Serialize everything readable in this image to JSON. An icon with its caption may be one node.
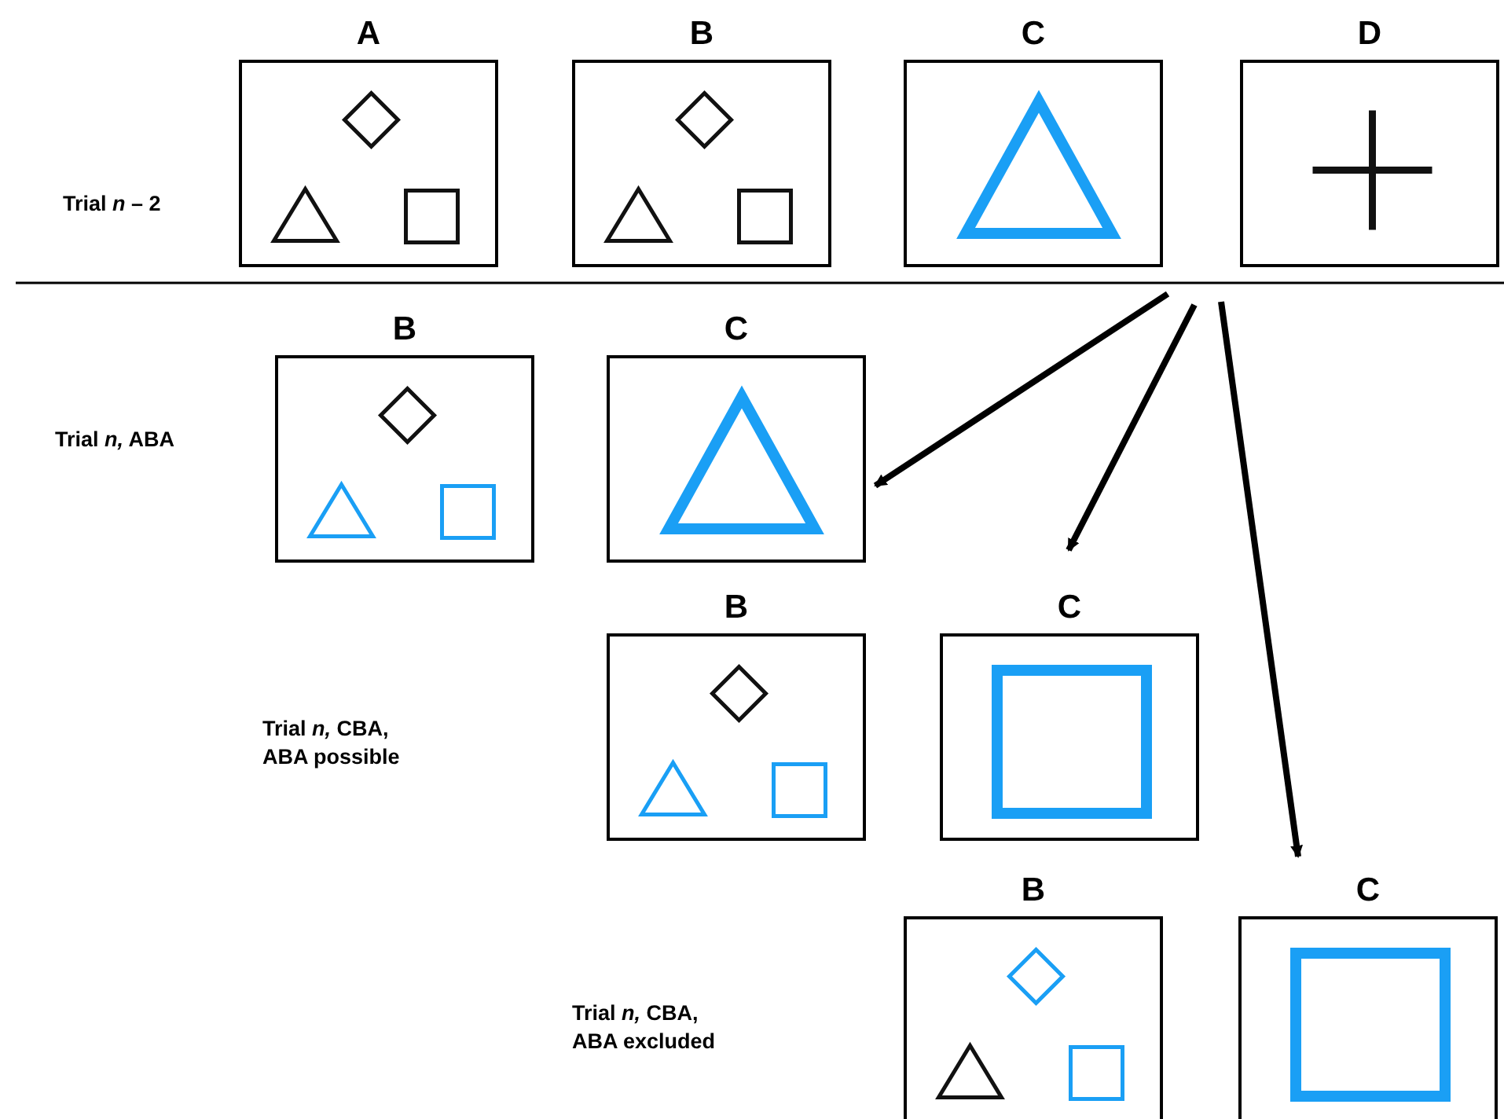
{
  "diagram": {
    "nodes": [
      {
        "text": [
          "A"
        ]
      },
      {
        "text": [],
        "shape": "diamond",
        "in": 0
      },
      {
        "text": [],
        "shape": "triangle",
        "in": 0
      },
      {
        "text": [],
        "shape": "square",
        "in": 0
      },
      {
        "text": [
          "B"
        ]
      },
      {
        "text": [],
        "shape": "diamond",
        "in": 4
      },
      {
        "text": [],
        "shape": "triangle",
        "in": 4
      },
      {
        "text": [],
        "shape": "square",
        "in": 4
      },
      {
        "text": [
          "C"
        ]
      },
      {
        "text": [],
        "shape": "triangle",
        "in": 8
      },
      {
        "text": [
          "D"
        ]
      },
      {
        "text": [],
        "shape": "cross",
        "in": 10
      },
      {
        "text": [
          "B"
        ]
      },
      {
        "text": [],
        "shape": "diamond",
        "in": 12
      },
      {
        "text": [],
        "shape": "triangle",
        "in": 12
      },
      {
        "text": [],
        "shape": "square",
        "in": 12
      },
      {
        "text": [
          "C"
        ]
      },
      {
        "text": [],
        "shape": "triangle",
        "in": 16
      },
      {
        "text": [
          "B"
        ]
      },
      {
        "text": [],
        "shape": "diamond",
        "in": 18
      },
      {
        "text": [],
        "shape": "triangle",
        "in": 18
      },
      {
        "text": [],
        "shape": "square",
        "in": 18
      },
      {
        "text": [
          "C"
        ]
      },
      {
        "text": [],
        "shape": "square",
        "in": 22
      },
      {
        "text": [
          "B"
        ]
      },
      {
        "text": [],
        "shape": "diamond",
        "in": 24
      },
      {
        "text": [],
        "shape": "triangle",
        "in": 24
      },
      {
        "text": [],
        "shape": "square",
        "in": 24
      },
      {
        "text": [
          "C"
        ]
      },
      {
        "text": [],
        "shape": "square",
        "in": 28
      }
    ],
    "edges": [
      {
        "from": null,
        "to": 16,
        "arrow": "to"
      },
      {
        "from": null,
        "to": 22,
        "arrow": "to"
      },
      {
        "from": null,
        "to": 28,
        "arrow": "to"
      }
    ],
    "labels": [
      "Trial *n* – 2",
      "Trial *n,* ABA",
      "Trial *n,* CBA, ABA possible",
      "Trial *n,* CBA, ABA excluded"
    ]
  }
}
